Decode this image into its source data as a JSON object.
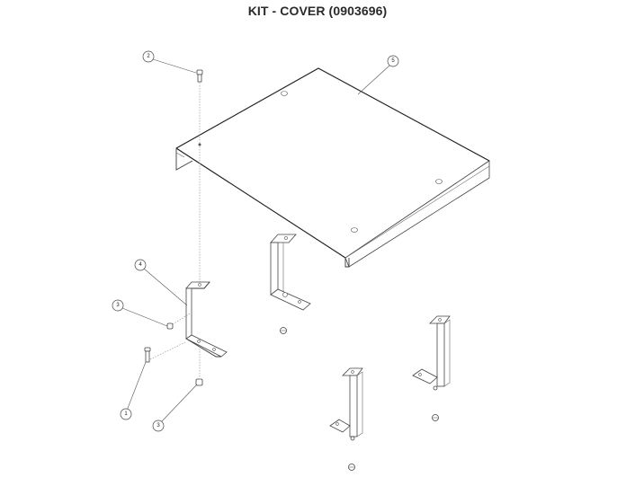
{
  "title": "KIT - COVER (0903696)",
  "callouts": [
    {
      "id": "callout-1",
      "label": "1",
      "part": "bolt (bracket)"
    },
    {
      "id": "callout-2",
      "label": "2",
      "part": "bolt (cover)"
    },
    {
      "id": "callout-3a",
      "label": "3",
      "part": "nut (upper)"
    },
    {
      "id": "callout-3b",
      "label": "3",
      "part": "nut (lower)"
    },
    {
      "id": "callout-4",
      "label": "4",
      "part": "bracket"
    },
    {
      "id": "callout-5",
      "label": "5",
      "part": "cover"
    }
  ],
  "parts": {
    "cover": {
      "count": 1
    },
    "brackets": {
      "count": 4
    },
    "nuts_visible": 5,
    "bolts_visible": 2
  },
  "colors": {
    "background": "#ffffff",
    "line": "#3a3a3a",
    "title": "#2a2a2a"
  }
}
